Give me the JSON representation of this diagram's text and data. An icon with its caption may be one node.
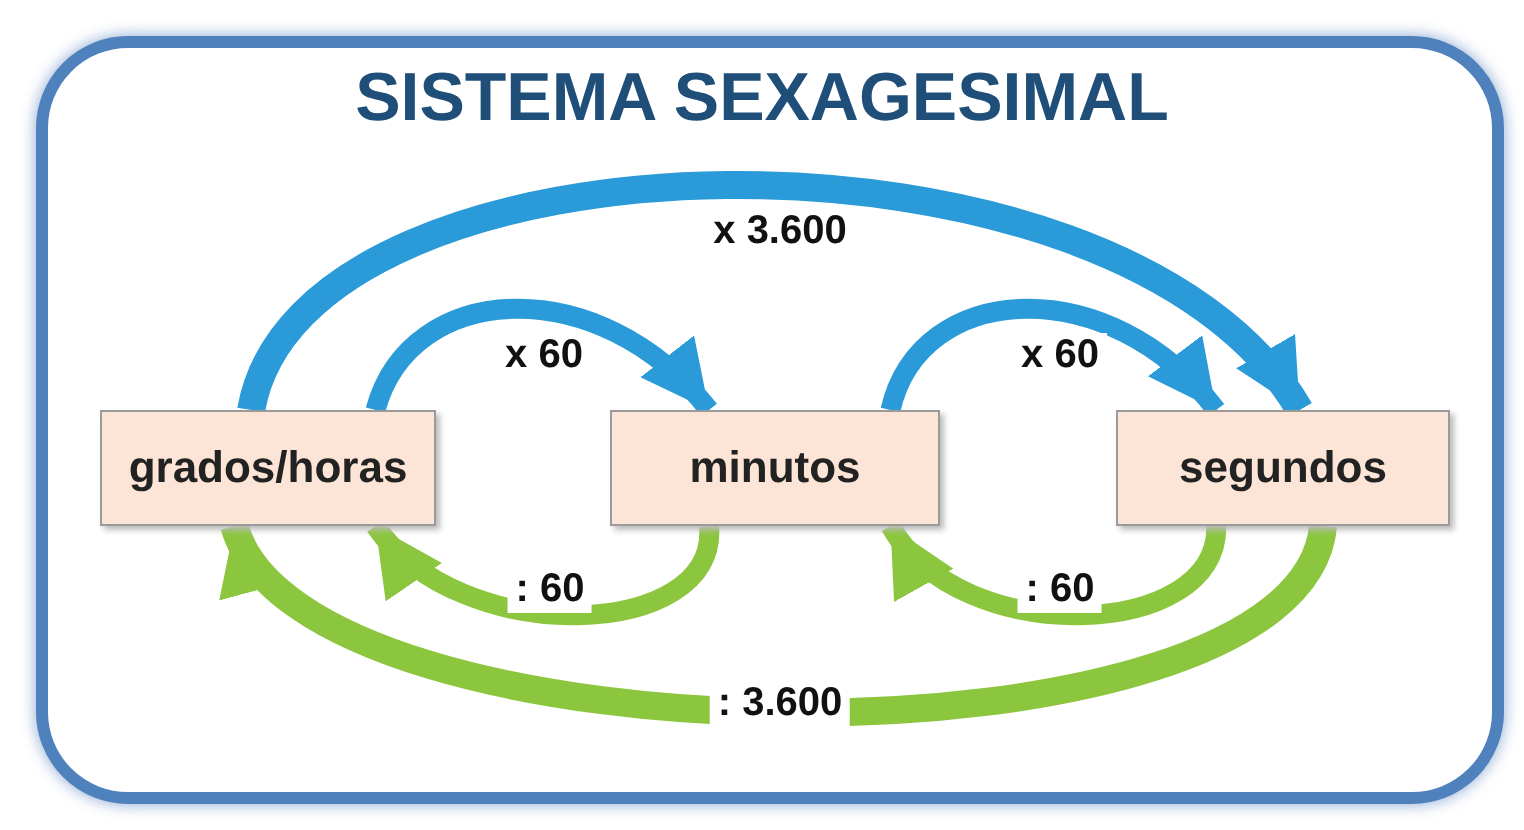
{
  "diagram": {
    "title": "SISTEMA SEXAGESIMAL",
    "nodes": [
      {
        "text": [
          "grados/horas"
        ]
      },
      {
        "text": [
          "minutos"
        ]
      },
      {
        "text": [
          "segundos"
        ]
      }
    ],
    "edges": [
      {
        "from": 0,
        "to": 2,
        "arrow": "to",
        "label": "x 3.600",
        "color": "#2a9ad8"
      },
      {
        "from": 0,
        "to": 1,
        "arrow": "to",
        "label": "x 60",
        "color": "#2a9ad8"
      },
      {
        "from": 1,
        "to": 2,
        "arrow": "to",
        "label": "x 60",
        "color": "#2a9ad8"
      },
      {
        "from": 1,
        "to": 0,
        "arrow": "to",
        "label": ": 60",
        "color": "#8cc63f"
      },
      {
        "from": 2,
        "to": 1,
        "arrow": "to",
        "label": ": 60",
        "color": "#8cc63f"
      },
      {
        "from": 2,
        "to": 0,
        "arrow": "to",
        "label": ": 3.600",
        "color": "#8cc63f"
      }
    ]
  }
}
